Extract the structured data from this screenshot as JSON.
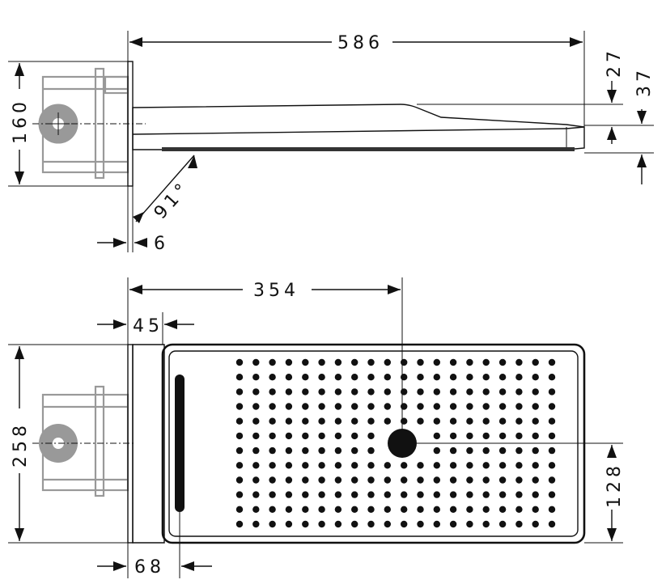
{
  "dimensions": {
    "length_total": "586",
    "height_drop": "27",
    "body_thickness": "37",
    "mount_height": "160",
    "angle": "91°",
    "plate_depth": "6",
    "center_offset": "354",
    "cover_gap": "45",
    "width_total": "258",
    "center_height": "128",
    "slot_offset": "68"
  },
  "nozzle_grid": {
    "columns": 20,
    "rows": 12
  }
}
